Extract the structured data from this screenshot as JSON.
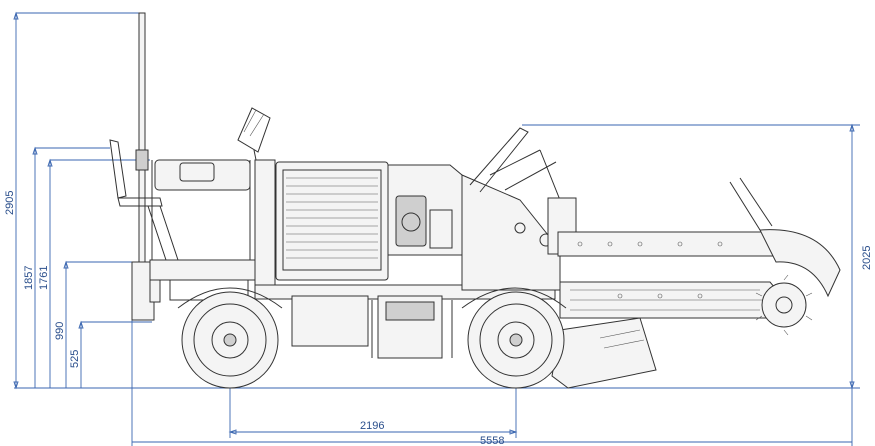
{
  "dimensions": {
    "vertical_left": [
      "2905",
      "1857",
      "1761",
      "990",
      "525"
    ],
    "vertical_right": "2025",
    "horizontal": [
      "2196",
      "5558"
    ]
  },
  "colors": {
    "dimension_lines": "#3a66b0",
    "dimension_text": "#2b4f8c",
    "machine_lines": "#333333"
  }
}
